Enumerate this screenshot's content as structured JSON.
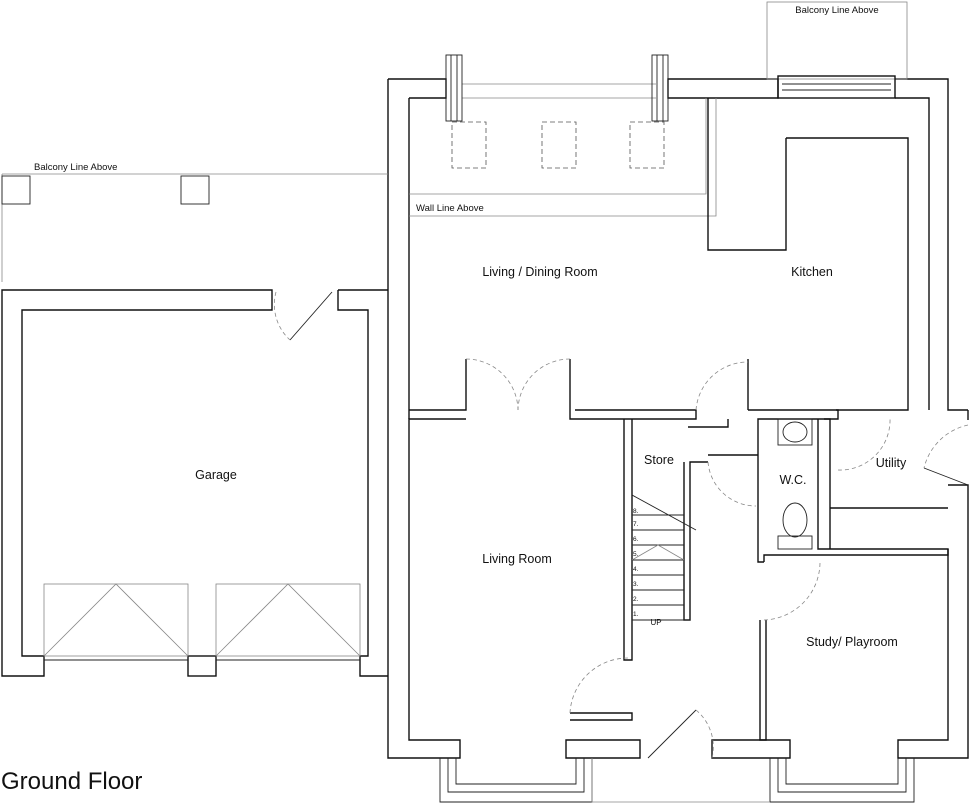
{
  "title": "Ground Floor",
  "rooms": {
    "living_dining": "Living / Dining Room",
    "kitchen": "Kitchen",
    "garage": "Garage",
    "store": "Store",
    "wc": "W.C.",
    "utility": "Utility",
    "living_room": "Living Room",
    "study": "Study/ Playroom"
  },
  "annotations": {
    "balcony_line_top": "Balcony Line Above",
    "balcony_line_left": "Balcony Line Above",
    "wall_line": "Wall Line Above",
    "stair_up": "UP"
  },
  "stair_steps": [
    "1.",
    "2.",
    "3.",
    "4.",
    "5.",
    "6.",
    "7.",
    "8."
  ]
}
